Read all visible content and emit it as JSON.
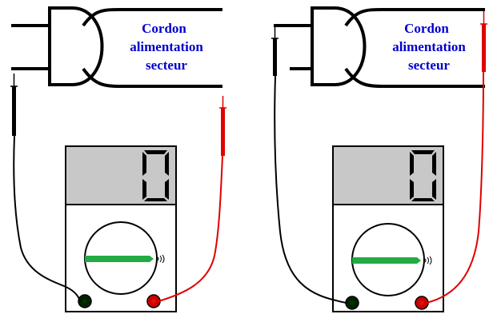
{
  "panels": [
    {
      "id": "left",
      "cord_label": [
        "Cordon",
        "alimentation",
        "secteur"
      ],
      "display_digit": "0",
      "selector": "continuity",
      "probe_connection": "open-ends"
    },
    {
      "id": "right",
      "cord_label": [
        "Cordon",
        "alimentation",
        "secteur"
      ],
      "display_digit": "0",
      "selector": "continuity",
      "probe_connection": "plug-pins"
    }
  ],
  "icons": {
    "selector_indicator": "continuity-beeper-icon"
  },
  "colors": {
    "label": "#0000cc",
    "lcd_background": "#c8c8c8",
    "selector_pointer": "#22aa44",
    "probe_black": "#000000",
    "probe_red": "#e00000",
    "jack_black": "#002200",
    "jack_red": "#cc0000",
    "outline": "#000000"
  }
}
